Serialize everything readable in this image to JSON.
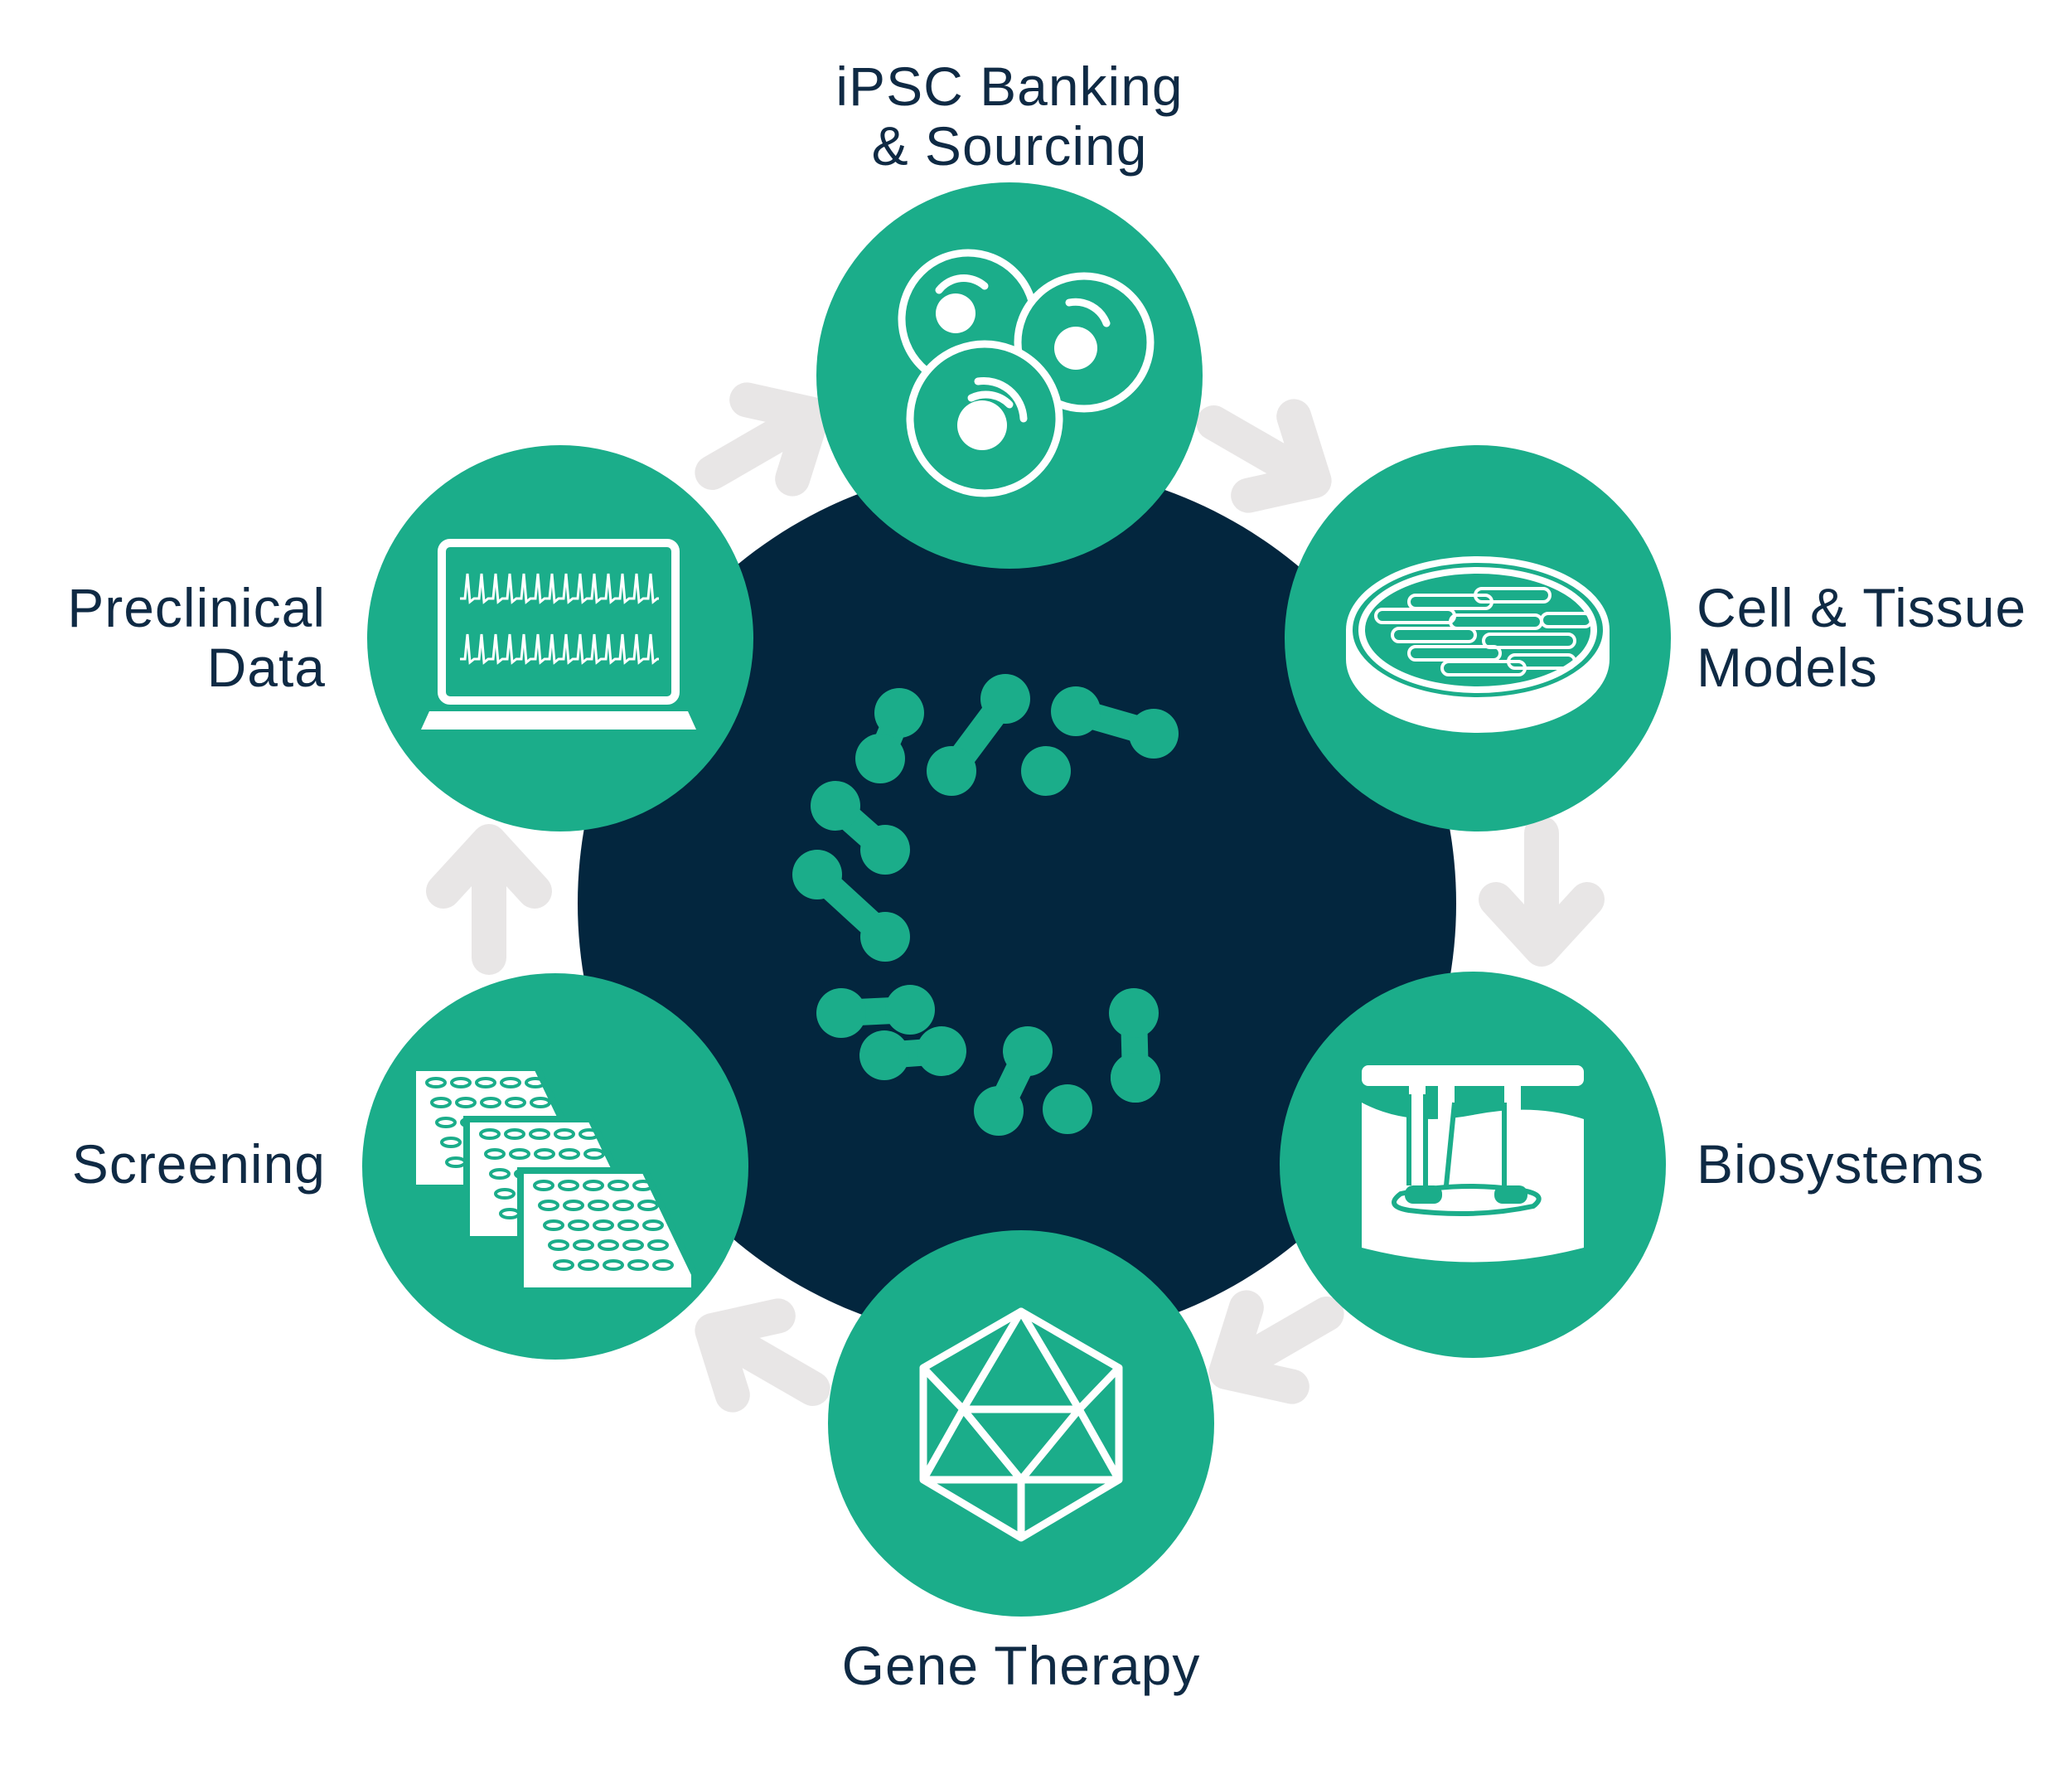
{
  "colors": {
    "green": "#1bad8a",
    "navy": "#03263e",
    "arrow": "#e8e6e6",
    "icon": "#ffffff",
    "text": "#0f2a44"
  },
  "center_logo": {
    "icon": "c-dots-logo-icon"
  },
  "stages": [
    {
      "id": "ipsc",
      "icon": "stem-cells-icon",
      "lines": [
        "iPSC Banking",
        "& Sourcing"
      ]
    },
    {
      "id": "cell-tissue",
      "icon": "petri-dish-icon",
      "lines": [
        "Cell & Tissue",
        "Models"
      ]
    },
    {
      "id": "biosystems",
      "icon": "bioreactor-icon",
      "lines": [
        "Biosystems"
      ]
    },
    {
      "id": "gene-therapy",
      "icon": "viral-capsid-icon",
      "lines": [
        "Gene Therapy"
      ]
    },
    {
      "id": "screening",
      "icon": "well-plates-icon",
      "lines": [
        "Screening"
      ]
    },
    {
      "id": "preclinical",
      "icon": "laptop-data-icon",
      "lines": [
        "Preclinical",
        "Data"
      ]
    }
  ],
  "cycle_arrows": {
    "count": 6,
    "direction": "clockwise"
  }
}
